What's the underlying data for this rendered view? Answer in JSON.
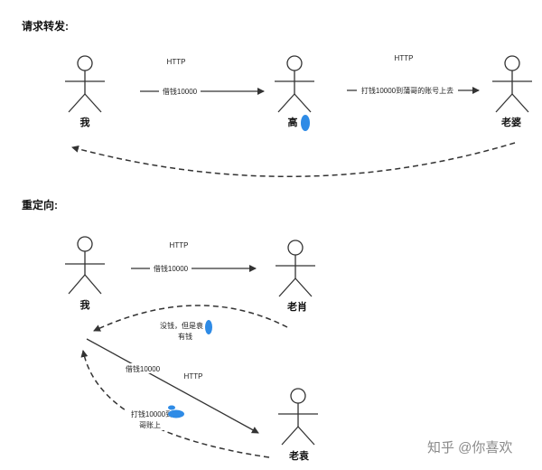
{
  "sections": {
    "forward": {
      "heading": "请求转发:",
      "actors": {
        "me": "我",
        "middle": "高",
        "wife": "老婆"
      },
      "http_1": "HTTP",
      "http_2": "HTTP",
      "borrow": "借钱10000",
      "transfer": "打钱10000到蒲哥的账号上去"
    },
    "redirect": {
      "heading": "重定向:",
      "actors": {
        "me": "我",
        "xiao": "老肖",
        "yuan": "老袁"
      },
      "http_1": "HTTP",
      "http_2": "HTTP",
      "borrow_1": "借钱10000",
      "borrow_2": "借钱10000",
      "no_money_1": "没钱，但是袁",
      "no_money_2": "有钱",
      "transfer_1": "打钱10000到",
      "transfer_2": "哥账上"
    }
  },
  "watermark": "知乎 @你喜欢",
  "colors": {
    "line": "#333333",
    "badge": "#2e8be6"
  }
}
